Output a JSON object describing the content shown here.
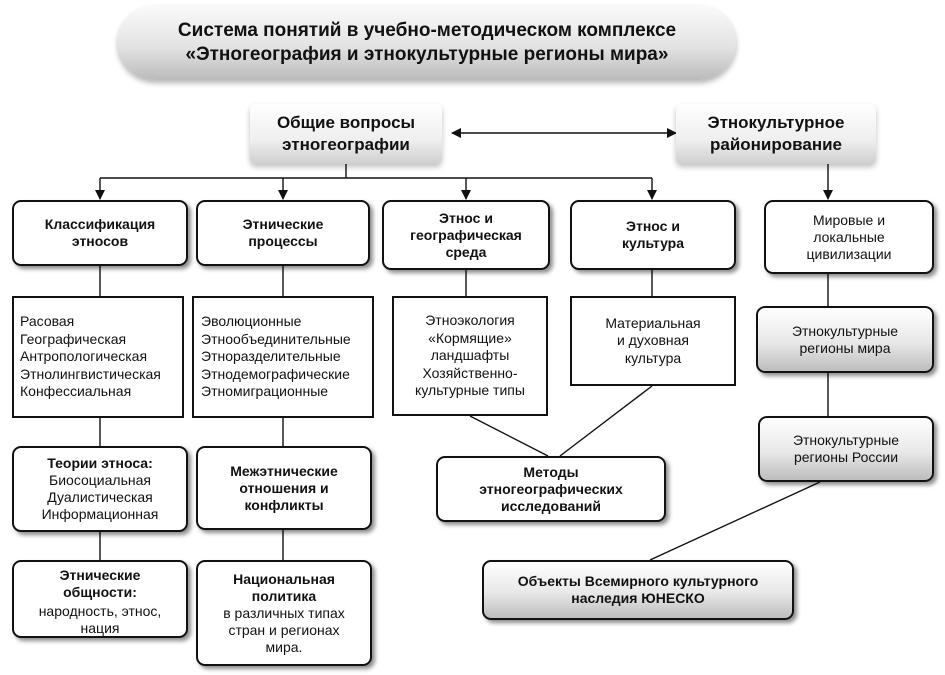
{
  "title": {
    "line1": "Система понятий в учебно-методическом комплексе",
    "line2": "«Этногеография и этнокультурные регионы мира»"
  },
  "nodes": {
    "general": [
      "Общие вопросы",
      "этногеографии"
    ],
    "regionalization": [
      "Этнокультурное",
      "районирование"
    ],
    "classification": [
      "Классификация",
      "этносов"
    ],
    "ethnic_processes": [
      "Этнические",
      "процессы"
    ],
    "ethnos_geo": [
      "Этнос и",
      "географическая",
      "среда"
    ],
    "ethnos_culture": [
      "Этнос и",
      "культура"
    ],
    "civilizations": [
      "Мировые и",
      "локальные",
      "цивилизации"
    ],
    "classification_list": [
      "Расовая",
      "Географическая",
      "Антропологическая",
      "Этнолингвистическая",
      "Конфессиальная"
    ],
    "processes_list": [
      "Эволюционные",
      "Этнообъединительные",
      "Этноразделительные",
      "Этнодемографические",
      "Этномиграционные"
    ],
    "ecology_list": [
      "Этноэкология",
      "«Кормящие»",
      "ландшафты",
      "Хозяйственно-",
      "культурные типы"
    ],
    "culture_list": [
      "Материальная",
      "и духовная",
      "культура"
    ],
    "world_regions": [
      "Этнокультурные",
      "регионы мира"
    ],
    "russia_regions": [
      "Этнокультурные",
      "регионы России"
    ],
    "theories": {
      "heading": "Теории этноса:",
      "items": [
        "Биосоциальная",
        "Дуалистическая",
        "Информационная"
      ]
    },
    "interethnic": [
      "Межэтнические",
      "отношения и",
      "конфликты"
    ],
    "methods": [
      "Методы",
      "этногеографических",
      "исследований"
    ],
    "communities": {
      "heading": [
        "Этнические",
        "общности:"
      ],
      "items": [
        "народность, этнос,",
        "нация"
      ]
    },
    "policy": {
      "heading": [
        "Национальная",
        "политика"
      ],
      "items": [
        "в различных типах",
        "стран и регионах",
        "мира."
      ]
    },
    "unesco": [
      "Объекты Всемирного культурного",
      "наследия ЮНЕСКО"
    ]
  }
}
